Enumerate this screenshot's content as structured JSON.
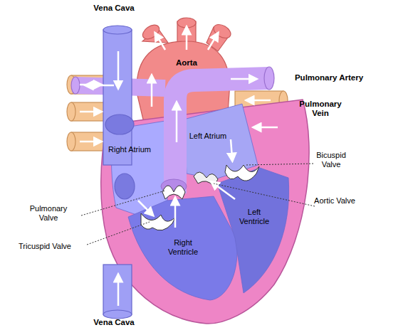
{
  "diagram": {
    "labels": [
      "Vena Cava",
      "Aorta",
      "Pulmonary Artery",
      "Pulmonary Vein",
      "Right Atrium",
      "Left Atrium",
      "Bicuspid Valve",
      "Pulmonary Valve",
      "Aortic Valve",
      "Left Ventricle",
      "Tricuspid Valve",
      "Right Ventricle",
      "Vena Cava"
    ]
  }
}
